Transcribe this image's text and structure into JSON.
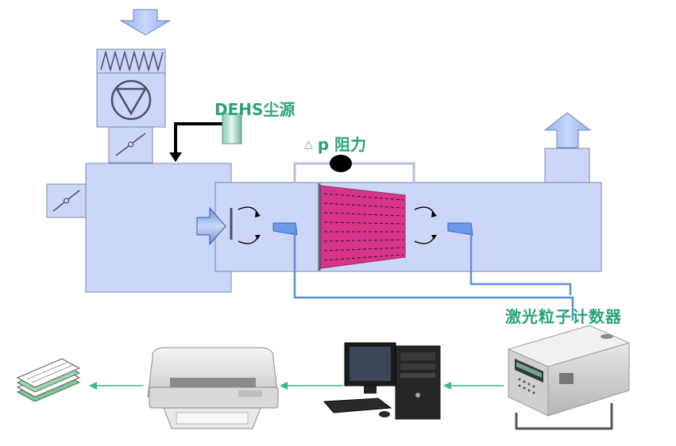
{
  "labels": {
    "dust_source": "DEHS尘源",
    "delta_p_symbol": "△",
    "delta_p_text": "p 阻力",
    "particle_counter": "激光粒子计数器"
  },
  "colors": {
    "duct_fill": "#ccd6f8",
    "duct_stroke": "#7a86ad",
    "filter_fill": "#d8358a",
    "label_green": "#2aa37a",
    "sample_line": "#5b8ee6",
    "data_arrow": "#39b98c",
    "arrow_fill": "#a9c2ee"
  },
  "icons": [
    "down-airflow-arrow-icon",
    "up-airflow-arrow-icon",
    "fan-icon",
    "damper-icon",
    "dust-nozzle-icon",
    "pressure-gauge-icon",
    "sampling-probe-icon",
    "filter-icon",
    "printer-icon",
    "computer-icon",
    "particle-counter-icon",
    "printout-icon"
  ]
}
